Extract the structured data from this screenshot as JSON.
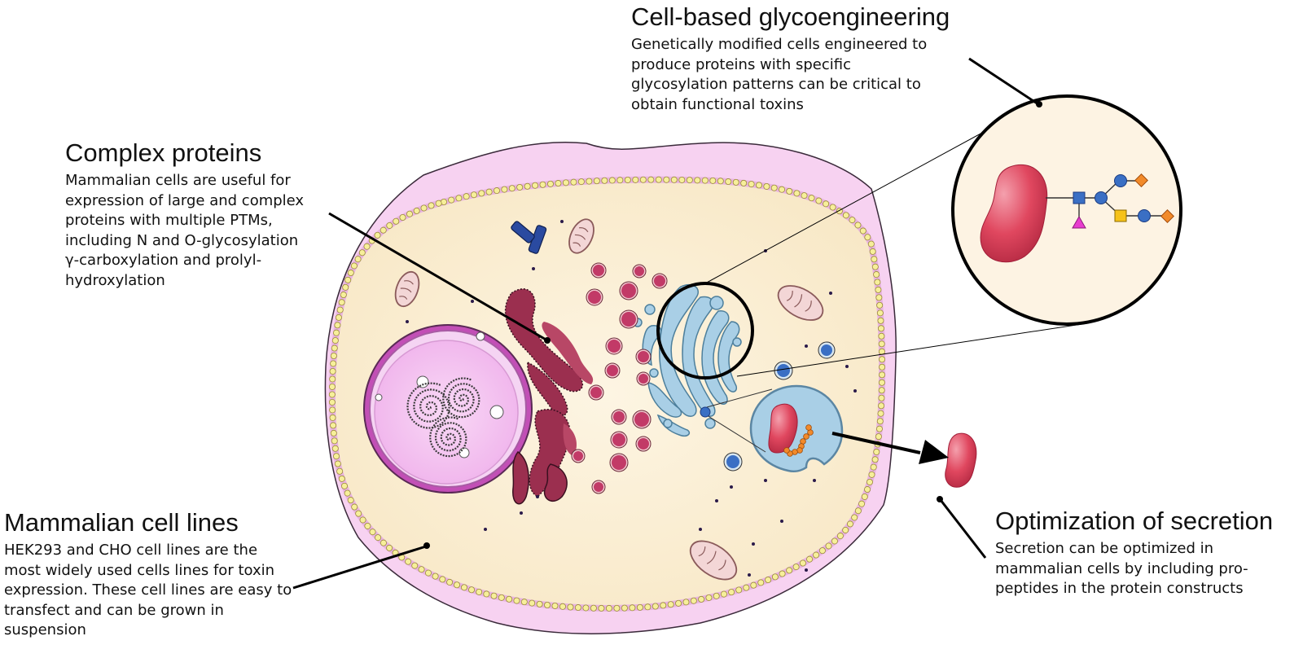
{
  "blocks": {
    "glyco": {
      "title": "Cell-based glycoengineering",
      "lines": [
        "Genetically modified cells engineered to",
        "produce proteins with specific",
        "glycosylation patterns can be critical to",
        "obtain functional toxins"
      ]
    },
    "complex": {
      "title": "Complex proteins",
      "lines": [
        "Mammalian cells are useful for",
        "expression of large and complex",
        "proteins with multiple PTMs,",
        "including N and O-glycosylation",
        "γ-carboxylation and prolyl-",
        "hydroxylation"
      ]
    },
    "celllines": {
      "title": "Mammalian cell lines",
      "lines": [
        "HEK293 and CHO cell lines are the",
        "most widely used cells lines for toxin",
        "expression. These cell lines are easy to",
        "transfect and can be grown in",
        "suspension"
      ]
    },
    "secretion": {
      "title": "Optimization of secretion",
      "lines": [
        "Secretion can be optimized in",
        "mammalian cells by including pro-",
        "peptides in the protein constructs"
      ]
    }
  },
  "colors": {
    "cytoplasm": "#fbf1dc",
    "outer_membrane": "#f6cdef",
    "membrane_bead": "#f7ef9a",
    "nucleus": "#f3b6ef",
    "er": "#9b2f4f",
    "golgi": "#a9cfe6",
    "vesicle": "#c23a67",
    "mitochondria": "#f3d6d6",
    "toxin": "#e0475f",
    "glycan_blue": "#3a6fc4",
    "glycan_orange": "#f28a2a",
    "glycan_yellow": "#f6c21a",
    "glycan_pink": "#e83ccf"
  }
}
